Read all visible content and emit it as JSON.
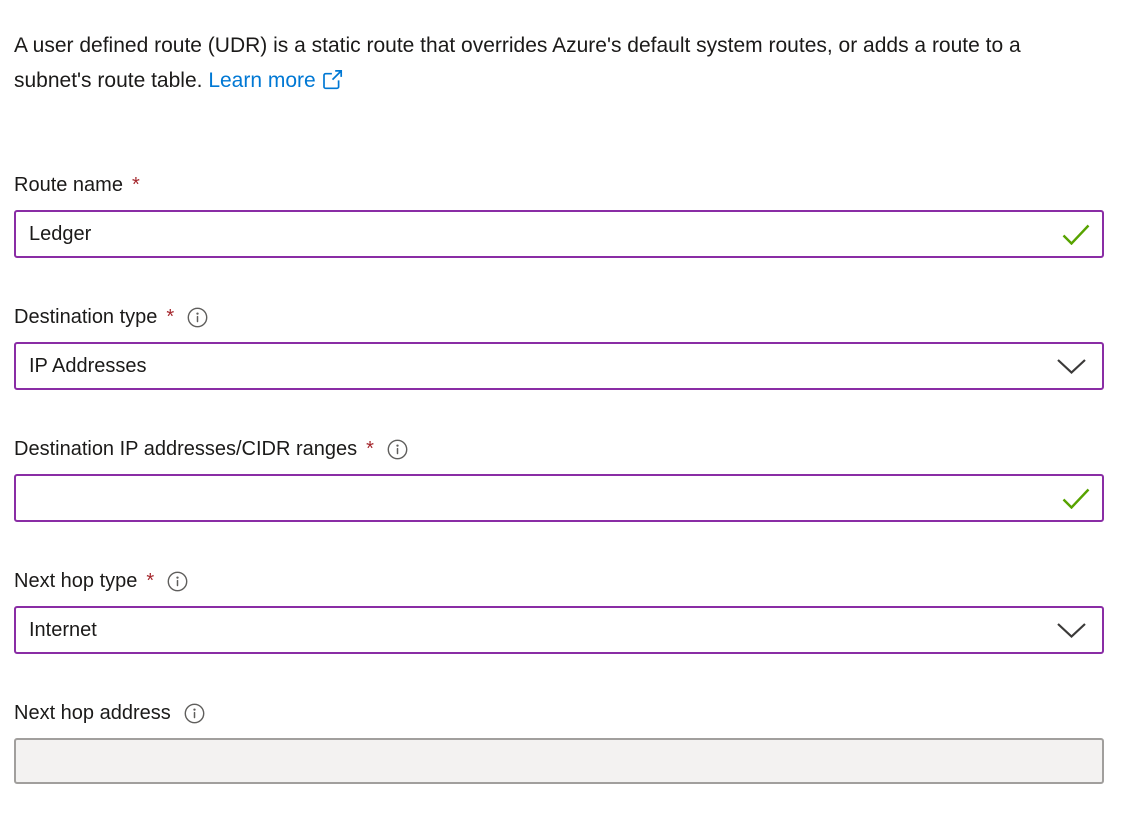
{
  "intro": {
    "text": "A user defined route (UDR) is a static route that overrides Azure's default system routes, or adds a route to a subnet's route table.",
    "link_label": "Learn more",
    "link_icon": "external-link-icon"
  },
  "colors": {
    "accent_purple": "#8a2da5",
    "link_blue": "#0078d4",
    "required_red": "#a4262c",
    "valid_green": "#57a300",
    "text": "#1b1a19",
    "disabled_bg": "#f3f2f1",
    "disabled_border": "#a19f9d"
  },
  "fields": [
    {
      "label": "Route name",
      "required_marker": "*",
      "control": "text-input",
      "value": "Ledger",
      "state": "valid",
      "trailing_icon": "checkmark-icon"
    },
    {
      "label": "Destination type",
      "required_marker": "*",
      "info_icon": "info-icon",
      "control": "dropdown",
      "value": "IP Addresses",
      "trailing_icon": "chevron-down-icon"
    },
    {
      "label": "Destination IP addresses/CIDR ranges",
      "required_marker": "*",
      "info_icon": "info-icon",
      "control": "text-input",
      "value": "",
      "state": "valid",
      "trailing_icon": "checkmark-icon"
    },
    {
      "label": "Next hop type",
      "required_marker": "*",
      "info_icon": "info-icon",
      "control": "dropdown",
      "value": "Internet",
      "trailing_icon": "chevron-down-icon"
    },
    {
      "label": "Next hop address",
      "required_marker": "",
      "info_icon": "info-icon",
      "control": "text-input",
      "value": "",
      "state": "disabled"
    }
  ]
}
